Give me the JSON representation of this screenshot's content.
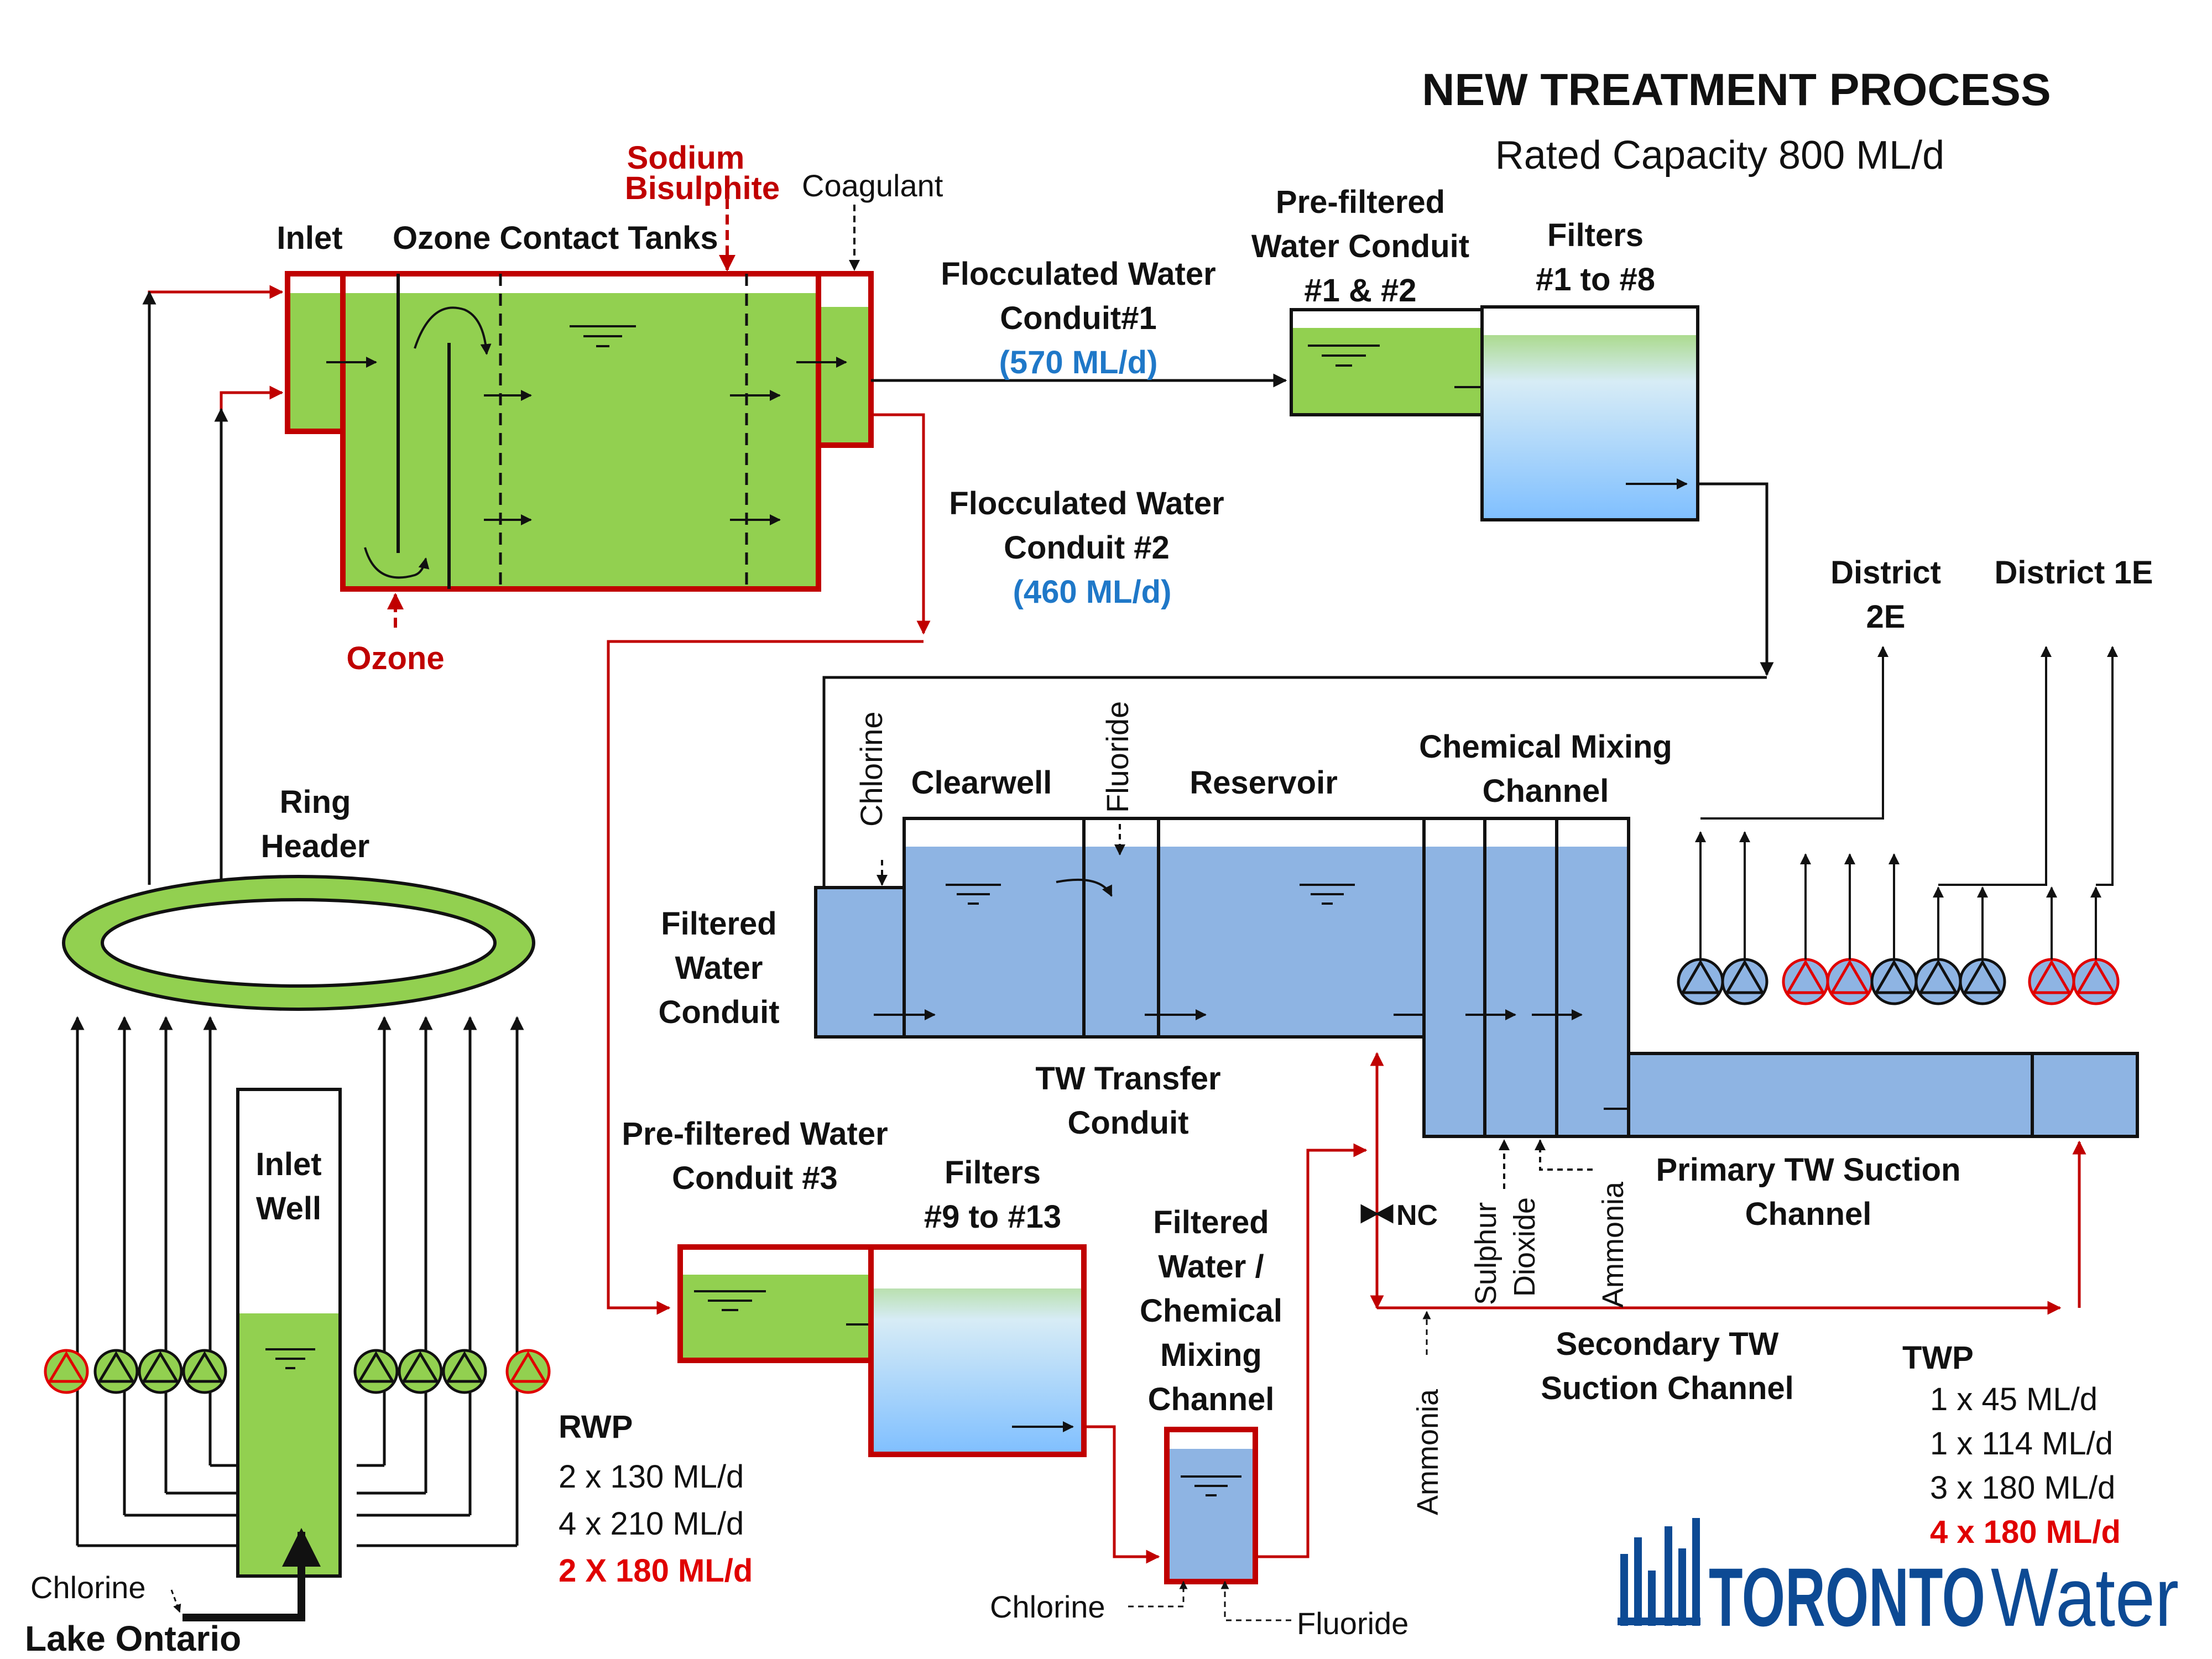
{
  "header": {
    "title": "NEW TREATMENT PROCESS",
    "subtitle": "Rated Capacity 800 ML/d"
  },
  "labels": {
    "inlet": "Inlet",
    "ozone_contact_tanks": "Ozone Contact Tanks",
    "sodium": "Sodium",
    "bisulphite": "Bisulphite",
    "coagulant": "Coagulant",
    "ozone": "Ozone",
    "fw1_line1": "Flocculated Water",
    "fw1_line2": "Conduit#1",
    "fw1_rate": "(570 ML/d)",
    "fw2_line1": "Flocculated Water",
    "fw2_line2": "Conduit #2",
    "fw2_rate": "(460 ML/d)",
    "pf12_line1": "Pre-filtered",
    "pf12_line2": "Water  Conduit",
    "pf12_line3": "#1 & #2",
    "filters18_line1": "Filters",
    "filters18_line2": "#1 to #8",
    "district2e_line1": "District",
    "district2e_line2": "2E",
    "district1e": "District 1E",
    "ring_line1": "Ring",
    "ring_line2": "Header",
    "chlorine_v": "Chlorine",
    "clearwell": "Clearwell",
    "fluoride_v": "Fluoride",
    "reservoir": "Reservoir",
    "cmc_line1": "Chemical Mixing",
    "cmc_line2": "Channel",
    "fwc_line1": "Filtered",
    "fwc_line2": "Water",
    "fwc_line3": "Conduit",
    "twt_line1": "TW Transfer",
    "twt_line2": "Conduit",
    "inlet_well_line1": "Inlet",
    "inlet_well_line2": "Well",
    "pf3_line1": "Pre-filtered Water",
    "pf3_line2": "Conduit #3",
    "filters913_line1": "Filters",
    "filters913_line2": "#9 to #13",
    "fwcm_line1": "Filtered",
    "fwcm_line2": "Water /",
    "fwcm_line3": "Chemical",
    "fwcm_line4": "Mixing",
    "fwcm_line5": "Channel",
    "nc": "NC",
    "sulphur": "Sulphur",
    "dioxide": "Dioxide",
    "ammonia_v1": "Ammonia",
    "ptw_line1": "Primary TW Suction",
    "ptw_line2": "Channel",
    "stw_line1": "Secondary TW",
    "stw_line2": "Suction Channel",
    "ammonia_v2": "Ammonia",
    "chlorine_lake": "Chlorine",
    "lake_ontario": "Lake Ontario",
    "chlorine_bottom": "Chlorine",
    "fluoride_bottom": "Fluoride"
  },
  "rwp": {
    "title": "RWP",
    "items": [
      "2 x 130 ML/d",
      "4 x 210 ML/d"
    ],
    "new_item": "2 X 180 ML/d"
  },
  "twp": {
    "title": "TWP",
    "items": [
      "1 x 45 ML/d",
      "1 x 114 ML/d",
      "3 x 180 ML/d"
    ],
    "new_item": "4 x 180 ML/d"
  },
  "logo": {
    "word1": "TORONTO",
    "word2": "Water"
  },
  "colors": {
    "raw_water": "#92d050",
    "treated_water": "#8eb4e3",
    "filter_blue": "#7fbfff",
    "new_red": "#c00000",
    "rate_blue": "#1f78c8",
    "logo_blue": "#0d4a94"
  }
}
